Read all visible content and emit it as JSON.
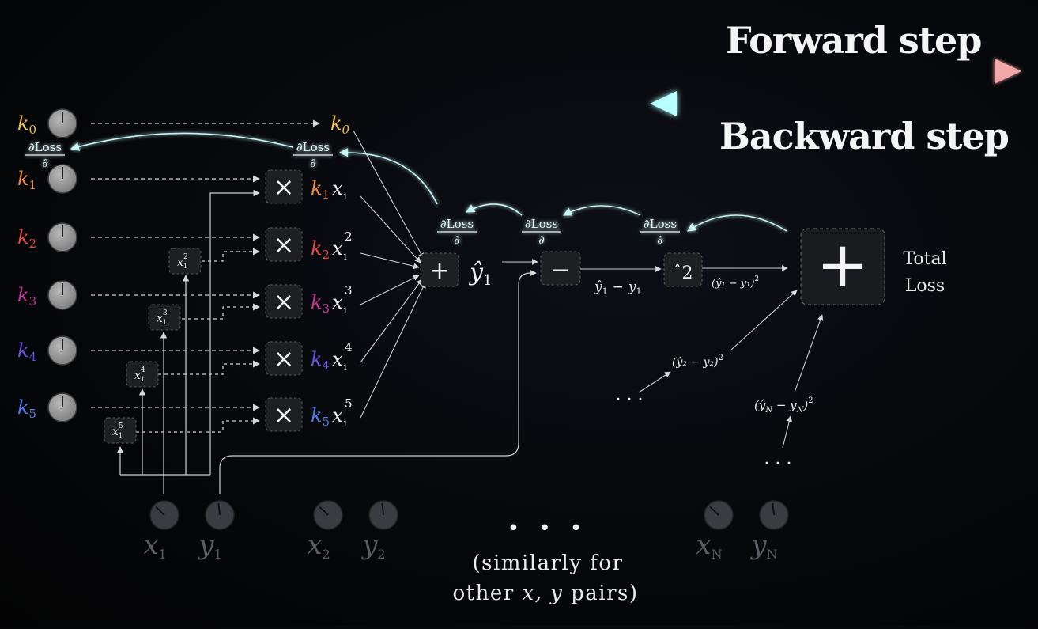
{
  "header": {
    "forward": "Forward step",
    "backward": "Backward step"
  },
  "colors": {
    "k0": "#f3c24a",
    "k1": "#f08a3a",
    "k2": "#e64a3e",
    "k3": "#c8359a",
    "k4": "#6a4fe0",
    "k5": "#4a7ef0",
    "forward_arrow": "#f2a8a8",
    "backward_arrow": "#9ff0f0",
    "dim_text": "#5a5d64"
  },
  "weights": [
    {
      "name": "k",
      "sub": "0"
    },
    {
      "name": "k",
      "sub": "1"
    },
    {
      "name": "k",
      "sub": "2"
    },
    {
      "name": "k",
      "sub": "3"
    },
    {
      "name": "k",
      "sub": "4"
    },
    {
      "name": "k",
      "sub": "5"
    }
  ],
  "gradient": {
    "num": "∂Loss",
    "den": "∂"
  },
  "power_boxes": [
    {
      "base": "x",
      "sub": "1",
      "exp": "2"
    },
    {
      "base": "x",
      "sub": "1",
      "exp": "3"
    },
    {
      "base": "x",
      "sub": "1",
      "exp": "4"
    },
    {
      "base": "x",
      "sub": "1",
      "exp": "5"
    }
  ],
  "operators": {
    "multiply": "×",
    "add": "+",
    "subtract": "−",
    "square": "ˆ2",
    "total_add": "+"
  },
  "products": [
    {
      "k": "1",
      "x": "x",
      "xsub": "1",
      "exp": ""
    },
    {
      "k": "2",
      "x": "x",
      "xsub": "1",
      "exp": "2"
    },
    {
      "k": "3",
      "x": "x",
      "xsub": "1",
      "exp": "3"
    },
    {
      "k": "4",
      "x": "x",
      "xsub": "1",
      "exp": "4"
    },
    {
      "k": "5",
      "x": "x",
      "xsub": "1",
      "exp": "5"
    }
  ],
  "k0_label": {
    "name": "k",
    "sub": "0"
  },
  "yhat": {
    "name": "ŷ",
    "sub": "1"
  },
  "residual": {
    "a": "ŷ",
    "asub": "1",
    "op": "−",
    "b": "y",
    "bsub": "1"
  },
  "squared": "(ŷ₁ − y₁)",
  "squared_exp": "2",
  "squared_2": "(ŷ₂ − y₂)",
  "squared_n": "(ŷ",
  "squared_n_sub": "N",
  "squared_n_mid": " − y",
  "squared_n_close": ")",
  "total_loss": [
    "Total",
    "Loss"
  ],
  "ellipsis_small": "· · ·",
  "ellipsis_big": "• • •",
  "inputs": [
    {
      "name": "x",
      "sub": "1"
    },
    {
      "name": "y",
      "sub": "1"
    },
    {
      "name": "x",
      "sub": "2"
    },
    {
      "name": "y",
      "sub": "2"
    },
    {
      "name": "x",
      "sub": "N"
    },
    {
      "name": "y",
      "sub": "N"
    }
  ],
  "note": {
    "line1": "(similarly for",
    "line2_a": "other ",
    "line2_vars": "x, y",
    "line2_b": " pairs)"
  }
}
